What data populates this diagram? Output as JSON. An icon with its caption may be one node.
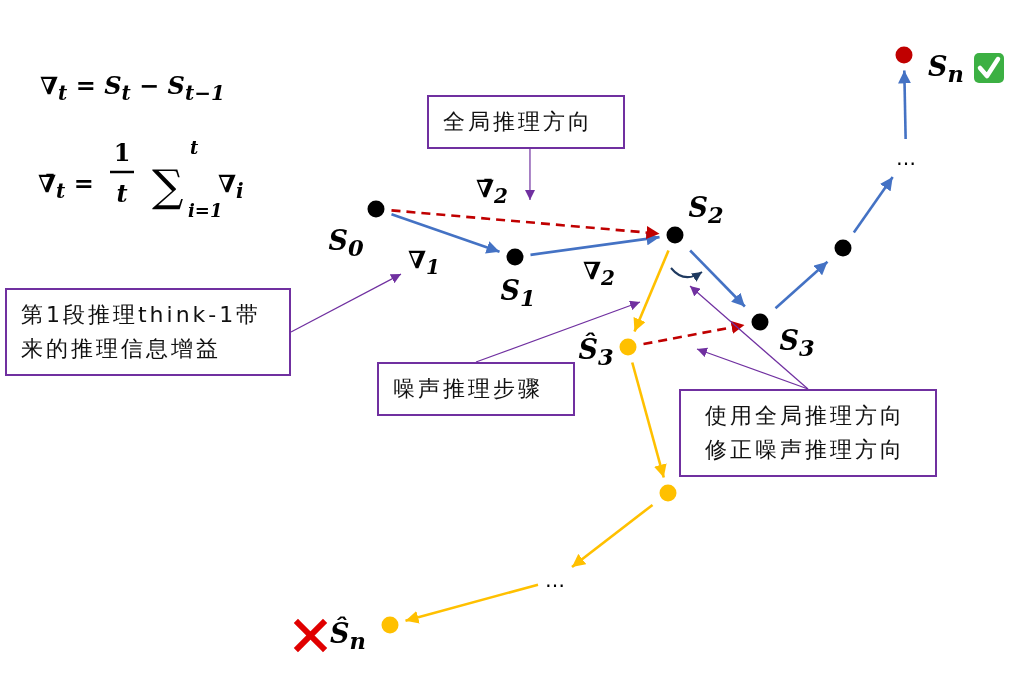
{
  "diagram": {
    "nodes": [
      {
        "text": [],
        "shape": "circle",
        "beside": [
          "*S*$_{0}$"
        ]
      },
      {
        "text": [],
        "shape": "circle",
        "beside": [
          "*S*$_{1}$"
        ]
      },
      {
        "text": [],
        "shape": "circle",
        "beside": [
          "*S*$_{2}$"
        ]
      },
      {
        "text": [],
        "shape": "circle",
        "beside": [
          "*S*$_{3}$"
        ]
      },
      {
        "text": [],
        "shape": "circle"
      },
      {
        "text": [
          "…"
        ]
      },
      {
        "text": [],
        "shape": "circle",
        "beside": [
          "*S*$_{n}$"
        ]
      },
      {
        "text": [],
        "shape": "circle",
        "beside": [
          "*Ŝ*$_{3}$"
        ]
      },
      {
        "text": [],
        "shape": "circle"
      },
      {
        "text": [
          "…"
        ]
      },
      {
        "text": [],
        "shape": "circle",
        "beside": [
          "*Ŝ*$_{n}$"
        ]
      },
      {
        "text": [
          "全局推理方向"
        ]
      },
      {
        "text": [
          "第1段推理think-1带来的推理信息增益"
        ]
      },
      {
        "text": [
          "噪声推理步骤"
        ]
      },
      {
        "text": [
          "使用全局推理方向修正噪声推理方向"
        ]
      },
      {
        "text": [
          "∇$_{1}$"
        ]
      }
    ],
    "edges": [
      {
        "from": 0,
        "to": 1,
        "arrow": "to"
      },
      {
        "from": 1,
        "to": 2,
        "arrow": "to",
        "label": "∇$_{2}$"
      },
      {
        "from": 0,
        "to": 2,
        "arrow": "to",
        "label": "∇̄$_{2}$",
        "style": "dashed",
        "color": "#c00000"
      },
      {
        "from": 2,
        "to": 3,
        "arrow": "to"
      },
      {
        "from": 3,
        "to": 4,
        "arrow": "to"
      },
      {
        "from": 4,
        "to": 5,
        "arrow": "to"
      },
      {
        "from": 5,
        "to": 6,
        "arrow": "to"
      },
      {
        "from": 2,
        "to": 7,
        "arrow": "to",
        "color": "#ffc000"
      },
      {
        "from": 7,
        "to": 3,
        "arrow": "to",
        "style": "dashed",
        "color": "#c00000"
      },
      {
        "from": 7,
        "to": 8,
        "arrow": "to",
        "color": "#ffc000"
      },
      {
        "from": 8,
        "to": 9,
        "arrow": "to",
        "color": "#ffc000"
      },
      {
        "from": 9,
        "to": 10,
        "arrow": "to",
        "color": "#ffc000"
      },
      {
        "from": 11,
        "to": null,
        "arrow": "to",
        "color": "#7030a0"
      },
      {
        "from": 12,
        "to": 15,
        "arrow": "to",
        "color": "#7030a0"
      },
      {
        "from": 13,
        "to": null,
        "arrow": "to",
        "color": "#7030a0"
      },
      {
        "from": 14,
        "to": null,
        "arrow": "to",
        "color": "#7030a0"
      },
      {
        "from": 14,
        "to": null,
        "arrow": "to",
        "color": "#7030a0"
      }
    ],
    "labels": [
      "∇$_{t}$ = *S*$_{t}$ − *S*$_{t−1}$",
      "∇̄$_{t}$ =",
      "1",
      "t",
      "∑",
      "t",
      "i=1",
      "∇$_{i}$"
    ]
  }
}
